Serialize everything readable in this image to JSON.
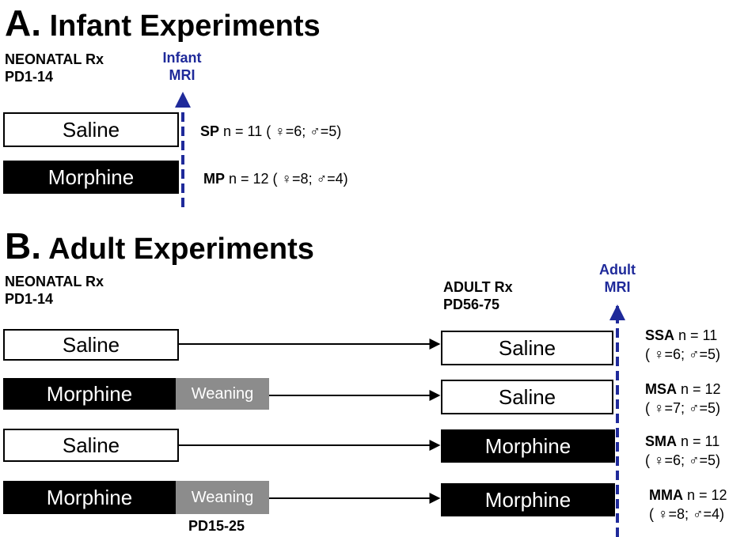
{
  "colors": {
    "mri_line": "#1f2a9a",
    "morphine_box": "#000000",
    "weaning_box": "#8c8c8c",
    "saline_box": "#ffffff"
  },
  "section_a": {
    "letter": "A.",
    "title": "Infant Experiments",
    "neonatal_line1": "NEONATAL Rx",
    "neonatal_line2": "PD1-14",
    "mri_line1": "Infant",
    "mri_line2": "MRI",
    "rows": [
      {
        "treatment": "Saline",
        "group": "SP",
        "n_text": " n = 11 ( ♀=6;  ♂=5)"
      },
      {
        "treatment": "Morphine",
        "group": "MP",
        "n_text": " n = 12 ( ♀=8;  ♂=4)"
      }
    ]
  },
  "section_b": {
    "letter": "B.",
    "title": "Adult Experiments",
    "neonatal_line1": "NEONATAL Rx",
    "neonatal_line2": "PD1-14",
    "adult_line1": "ADULT Rx",
    "adult_line2": "PD56-75",
    "mri_line1": "Adult",
    "mri_line2": "MRI",
    "weaning_label": "Weaning",
    "weaning_period": "PD15-25",
    "rows": [
      {
        "neonatal": "Saline",
        "adult": "Saline",
        "group": "SSA",
        "n_text": " n = 11",
        "sex_text": "( ♀=6;  ♂=5)"
      },
      {
        "neonatal": "Morphine",
        "adult": "Saline",
        "group": "MSA",
        "n_text": " n = 12",
        "sex_text": "( ♀=7;  ♂=5)"
      },
      {
        "neonatal": "Saline",
        "adult": "Morphine",
        "group": "SMA",
        "n_text": " n = 11",
        "sex_text": "( ♀=6;  ♂=5)"
      },
      {
        "neonatal": "Morphine",
        "adult": "Morphine",
        "group": "MMA",
        "n_text": " n = 12",
        "sex_text": "( ♀=8;  ♂=4)"
      }
    ]
  }
}
